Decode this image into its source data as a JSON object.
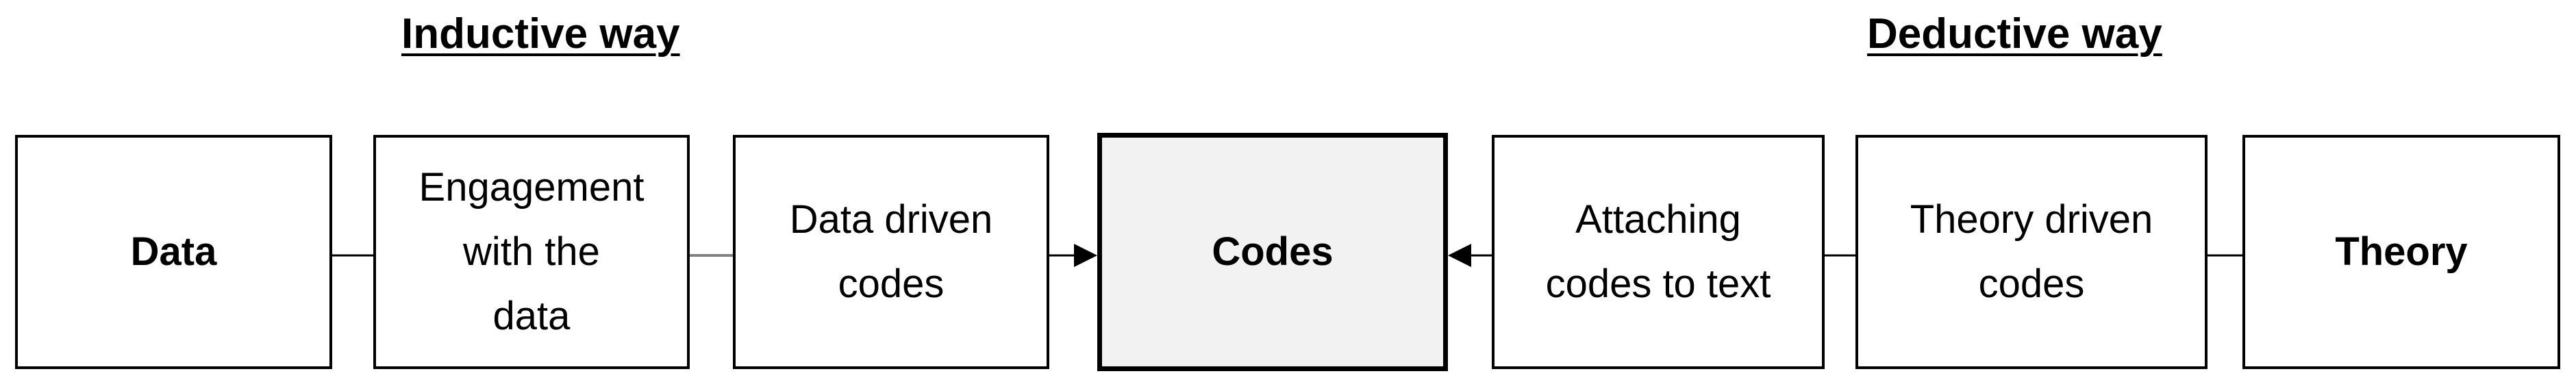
{
  "headings": {
    "inductive": "Inductive way",
    "deductive": "Deductive way"
  },
  "boxes": {
    "data": "Data",
    "engagement": "Engagement\nwith the\ndata",
    "data_driven": "Data driven\ncodes",
    "codes": "Codes",
    "attaching": "Attaching\ncodes to text",
    "theory_driven": "Theory driven\ncodes",
    "theory": "Theory"
  }
}
